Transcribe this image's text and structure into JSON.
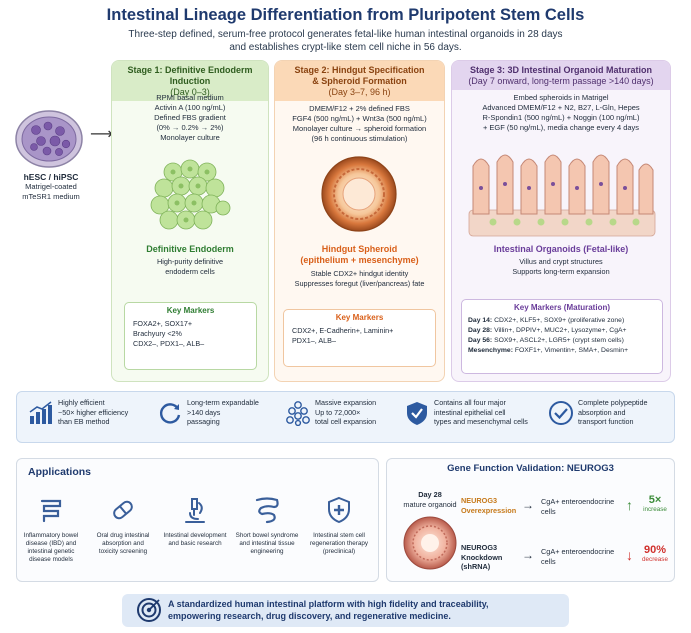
{
  "header": {
    "title": "Intestinal Lineage Differentiation from Pluripotent Stem Cells",
    "subtitle_line1": "Three-step defined, serum-free protocol generates fetal-like human intestinal organoids in 28 days",
    "subtitle_line2": "and establishes crypt-like stem cell niche in 56 days."
  },
  "start": {
    "title": "hESC / hiPSC",
    "line1": "Matrigel-coated",
    "line2": "mTeSR1 medium"
  },
  "stage1": {
    "title": "Stage 1: Definitive Endoderm Induction",
    "days": "(Day 0–3)",
    "protocol": [
      "RPMI basal medium",
      "Activin A (100 ng/mL)",
      "Defined FBS gradient",
      "(0% → 0.2% → 2%)",
      "Monolayer culture"
    ],
    "result_title": "Definitive Endoderm",
    "result_lines": [
      "High-purity definitive",
      "endoderm cells"
    ],
    "markers_title": "Key Markers",
    "markers": [
      "FOXA2+, SOX17+",
      "Brachyury <2%",
      "CDX2–, PDX1–, ALB–"
    ]
  },
  "stage2": {
    "title": "Stage 2: Hindgut Specification",
    "title2": "& Spheroid Formation",
    "days": "(Day 3–7, 96 h)",
    "protocol": [
      "DMEM/F12 + 2% defined FBS",
      "FGF4 (500 ng/mL) + Wnt3a (500 ng/mL)",
      "Monolayer culture → spheroid formation",
      "(96 h continuous stimulation)"
    ],
    "result_title": "Hindgut Spheroid",
    "result_title2": "(epithelium + mesenchyme)",
    "result_lines": [
      "Stable CDX2+ hindgut identity",
      "Suppresses foregut (liver/pancreas) fate"
    ],
    "markers_title": "Key Markers",
    "markers": [
      "CDX2+, E-Cadherin+, Laminin+",
      "PDX1–, ALB–"
    ]
  },
  "stage3": {
    "title": "Stage 3: 3D Intestinal Organoid Maturation",
    "days": "(Day 7 onward, long-term passage >140 days)",
    "protocol": [
      "Embed spheroids in Matrigel",
      "Advanced DMEM/F12 + N2, B27, L-Gln, Hepes",
      "R-Spondin1 (500 ng/mL) + Noggin (100 ng/mL)",
      "+ EGF (50 ng/mL), media change every 4 days"
    ],
    "result_title": "Intestinal Organoids (Fetal-like)",
    "result_lines": [
      "Villus and crypt structures",
      "Supports long-term expansion"
    ],
    "markers_title": "Key Markers (Maturation)",
    "markers": [
      {
        "day": "Day 14:",
        "text": "CDX2+, KLF5+, SOX9+ (proliferative zone)"
      },
      {
        "day": "Day 28:",
        "text": "Villin+, DPPIV+, MUC2+, Lysozyme+, CgA+"
      },
      {
        "day": "Day 56:",
        "text": "SOX9+, ASCL2+, LGR5+ (crypt stem cells)"
      },
      {
        "day": "Mesenchyme:",
        "text": "FOXF1+, Vimentin+, SMA+, Desmin+"
      }
    ]
  },
  "features": [
    {
      "icon": "bar-chart-up-icon",
      "lines": [
        "Highly efficient",
        "~50× higher efficiency",
        "than EB method"
      ]
    },
    {
      "icon": "refresh-cycle-icon",
      "lines": [
        "Long-term expandable",
        ">140 days",
        "passaging"
      ]
    },
    {
      "icon": "cell-cluster-icon",
      "lines": [
        "Massive expansion",
        "Up to 72,000×",
        "total cell expansion"
      ]
    },
    {
      "icon": "shield-check-icon",
      "lines": [
        "Contains all four major",
        "intestinal epithelial cell",
        "types and mesenchymal cells"
      ]
    },
    {
      "icon": "checkmark-circle-icon",
      "lines": [
        "Complete polypeptide",
        "absorption and",
        "transport function"
      ]
    }
  ],
  "applications": {
    "title": "Applications",
    "items": [
      {
        "icon": "intestine-icon",
        "lines": [
          "Inflammatory bowel",
          "disease (IBD) and",
          "intestinal genetic",
          "disease models"
        ]
      },
      {
        "icon": "capsule-icon",
        "lines": [
          "Oral drug intestinal",
          "absorption and",
          "toxicity screening"
        ]
      },
      {
        "icon": "microscope-icon",
        "lines": [
          "Intestinal development",
          "and basic research"
        ]
      },
      {
        "icon": "intestine-icon",
        "lines": [
          "Short bowel syndrome",
          "and intestinal tissue",
          "engineering"
        ]
      },
      {
        "icon": "medical-shield-icon",
        "lines": [
          "Intestinal stem cell",
          "regeneration therapy",
          "(preclinical)"
        ]
      }
    ]
  },
  "gene": {
    "title": "Gene Function Validation: NEUROG3",
    "organoid_line1": "Day 28",
    "organoid_line2": "mature organoid",
    "rows": [
      {
        "cond1": "NEUROG3",
        "cond2": "Overexpression",
        "result1": "CgA+ enteroendocrine",
        "result2": "cells",
        "value": "5×",
        "change": "increase",
        "color": "#3c8c3a"
      },
      {
        "cond1": "NEUROG3",
        "cond2": "Knockdown",
        "cond3": "(shRNA)",
        "result1": "CgA+ enteroendocrine",
        "result2": "cells",
        "value": "90%",
        "change": "decrease",
        "color": "#d0312d"
      }
    ]
  },
  "footer": {
    "line1": "A standardized human intestinal platform with high fidelity and traceability,",
    "line2": "empowering research, drug discovery, and regenerative medicine."
  },
  "colors": {
    "stage1": "#2f7d32",
    "stage2": "#d9601a",
    "stage3": "#6a3d9a",
    "navy": "#1f3a6e"
  }
}
